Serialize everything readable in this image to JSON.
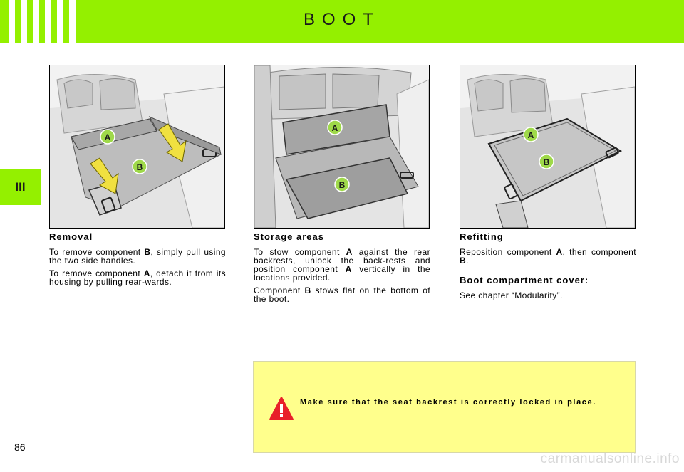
{
  "header": {
    "title": "BOOT"
  },
  "chapter_tab": {
    "label": "III"
  },
  "figures": [
    {
      "callouts": [
        "A",
        "B"
      ]
    },
    {
      "callouts": [
        "A",
        "B"
      ]
    },
    {
      "callouts": [
        "A",
        "B"
      ]
    }
  ],
  "sections": {
    "removal": {
      "heading": "Removal",
      "p1_before": "To remove component ",
      "p1_bold": "B",
      "p1_after": ", simply pull using the two side handles.",
      "p2_before": "To remove component ",
      "p2_bold": "A",
      "p2_after": ", detach it from its housing by pulling rear-wards."
    },
    "storage": {
      "heading": "Storage areas",
      "p1_before": "To stow component ",
      "p1_bold": "A",
      "p1_mid": " against the rear backrests, unlock the back-rests and position component ",
      "p1_bold2": "A",
      "p1_after": " vertically in the locations provided.",
      "p2_before": "Component ",
      "p2_bold": "B",
      "p2_after": " stows flat on the bottom of the boot."
    },
    "refitting": {
      "heading": "Refitting",
      "p1_before": "Reposition component ",
      "p1_bold": "A",
      "p1_mid": ", then component ",
      "p1_bold2": "B",
      "p1_after": "."
    },
    "cover": {
      "heading": "Boot compartment cover:",
      "text": "See chapter “Modularity”."
    }
  },
  "warning": {
    "text": "Make sure that the seat backrest is correctly locked in place."
  },
  "page_number": "86",
  "watermark": "carmanualsonline.info",
  "colors": {
    "header_green": "#94f000",
    "warning_bg": "#ffff8c",
    "warning_red": "#e8202a",
    "callout_green": "#9fd94a",
    "arrow_yellow": "#f0e040"
  }
}
